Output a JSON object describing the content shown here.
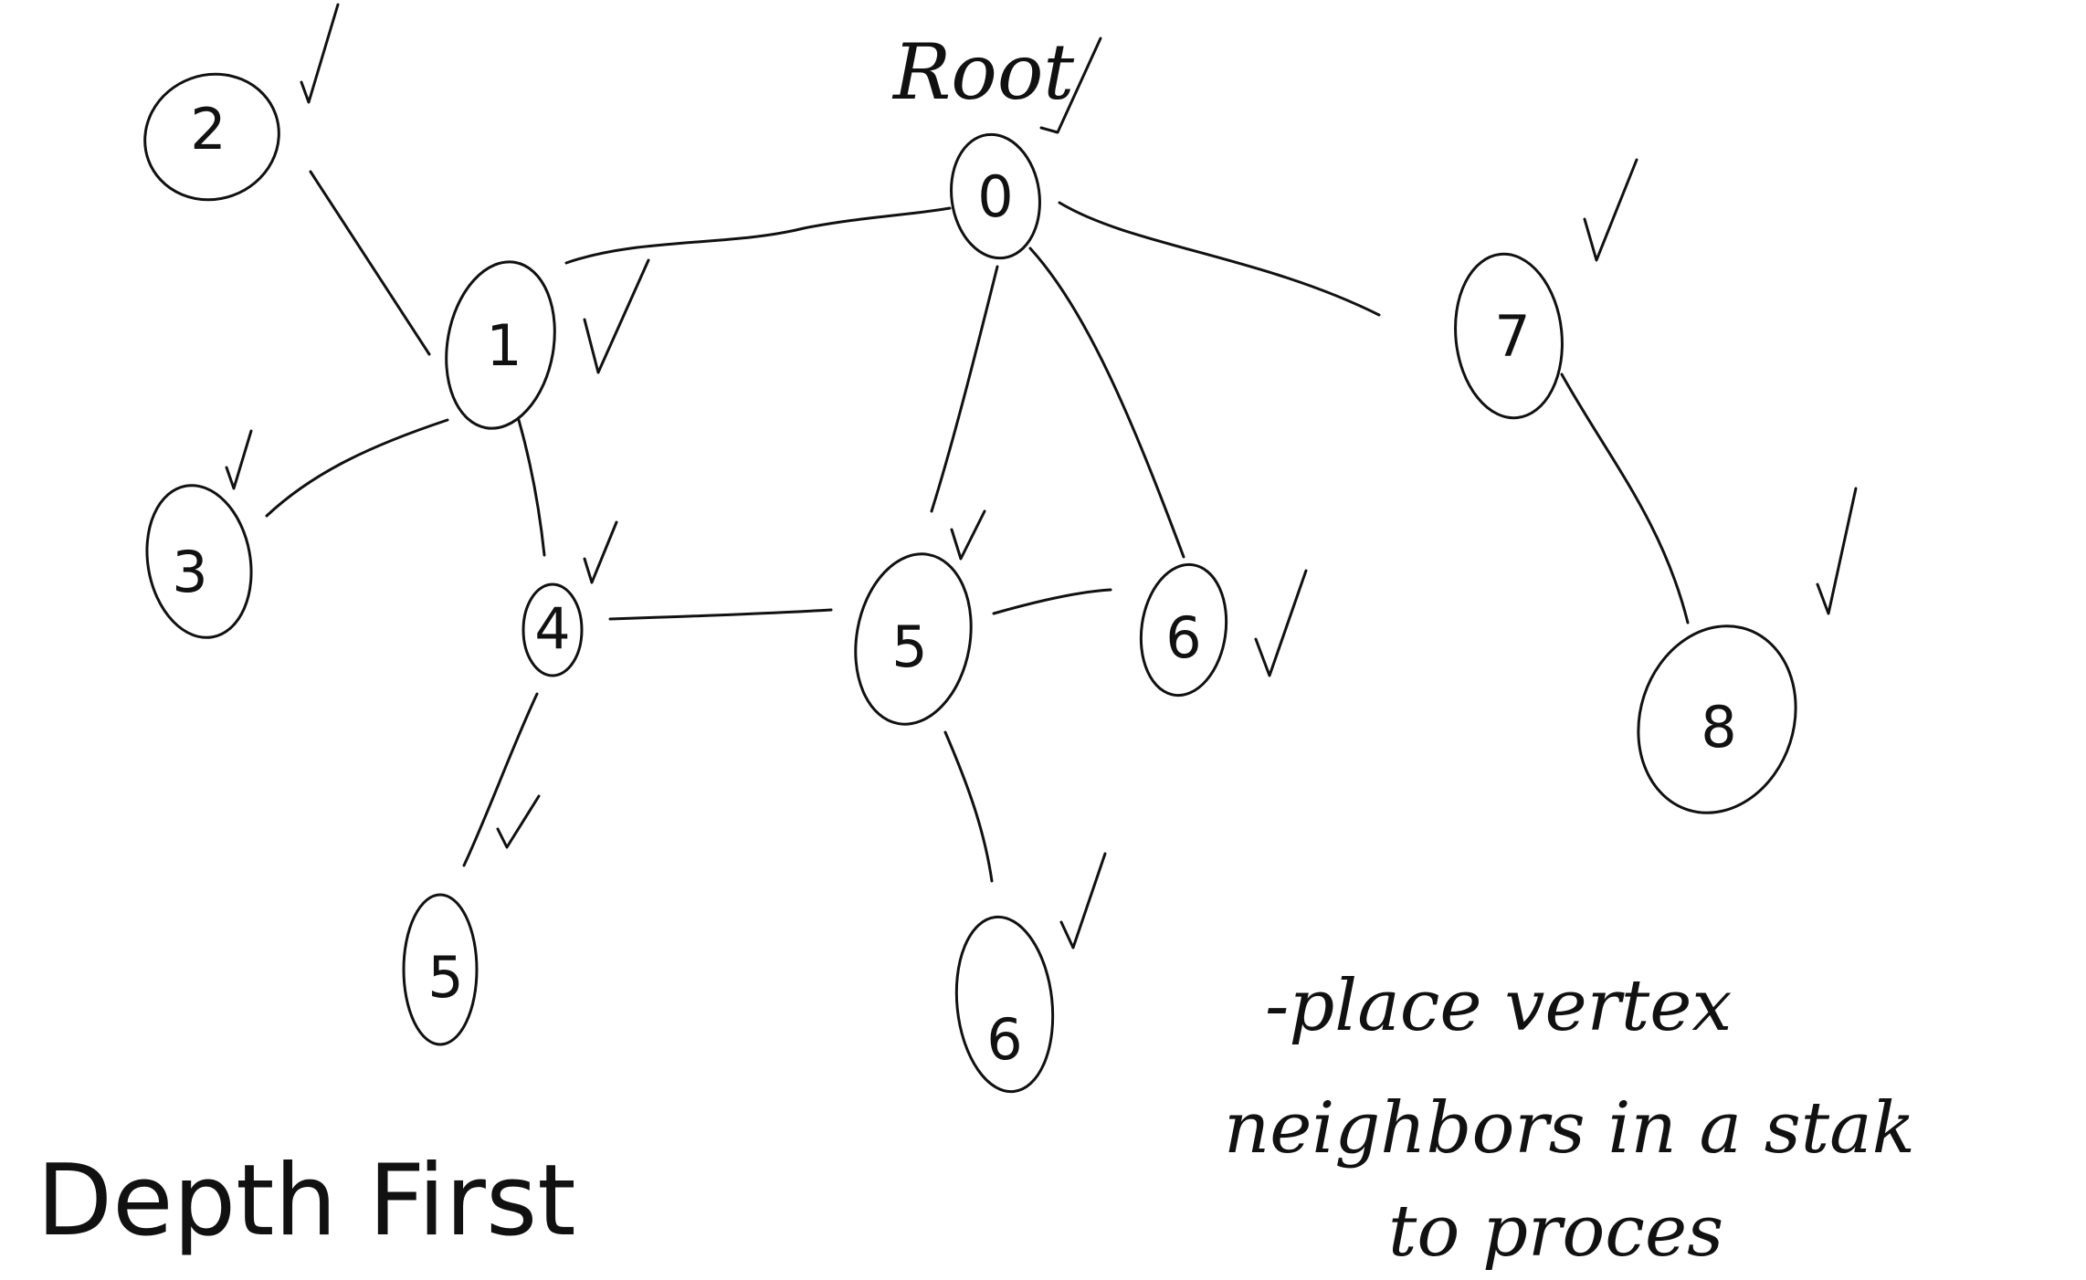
{
  "diagram": {
    "root_label": "Root",
    "title": "Depth First",
    "note_lines": [
      "-place vertex",
      "neighbors in a stak",
      "to proces"
    ],
    "check_mark": "✓",
    "nodes": [
      {
        "id": "n0",
        "label": "0"
      },
      {
        "id": "n1",
        "label": "1"
      },
      {
        "id": "n2",
        "label": "2"
      },
      {
        "id": "n3",
        "label": "3"
      },
      {
        "id": "n4",
        "label": "4"
      },
      {
        "id": "n5",
        "label": "5"
      },
      {
        "id": "n6",
        "label": "6"
      },
      {
        "id": "n7",
        "label": "7"
      },
      {
        "id": "n8",
        "label": "8"
      },
      {
        "id": "n5b",
        "label": "5"
      },
      {
        "id": "n6b",
        "label": "6"
      }
    ],
    "edges": [
      [
        "n0",
        "n1"
      ],
      [
        "n0",
        "n5"
      ],
      [
        "n0",
        "n6"
      ],
      [
        "n0",
        "n7"
      ],
      [
        "n1",
        "n2"
      ],
      [
        "n1",
        "n3"
      ],
      [
        "n1",
        "n4"
      ],
      [
        "n4",
        "n5"
      ],
      [
        "n5",
        "n6"
      ],
      [
        "n4",
        "n5b"
      ],
      [
        "n5",
        "n6b"
      ],
      [
        "n7",
        "n8"
      ]
    ]
  }
}
